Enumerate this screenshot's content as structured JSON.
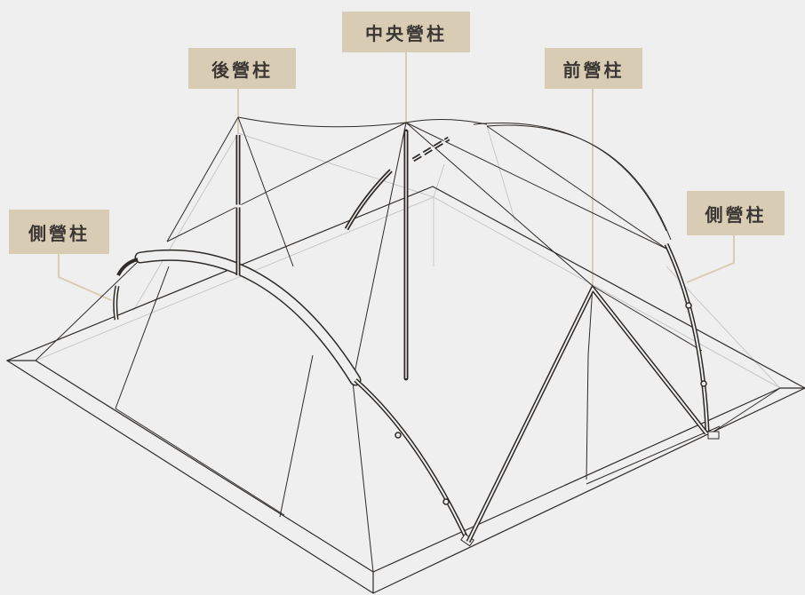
{
  "labels": {
    "rear_pole": "後營柱",
    "center_pole": "中央營柱",
    "front_pole": "前營柱",
    "side_pole_left": "側營柱",
    "side_pole_right": "側營柱"
  },
  "colors": {
    "background": "#efefef",
    "label_fill": "#d9ccb4",
    "label_text": "#3a3633",
    "line_dark": "#2e2a27",
    "line_light": "#c8c8c8",
    "leader": "#d9ccb4"
  }
}
